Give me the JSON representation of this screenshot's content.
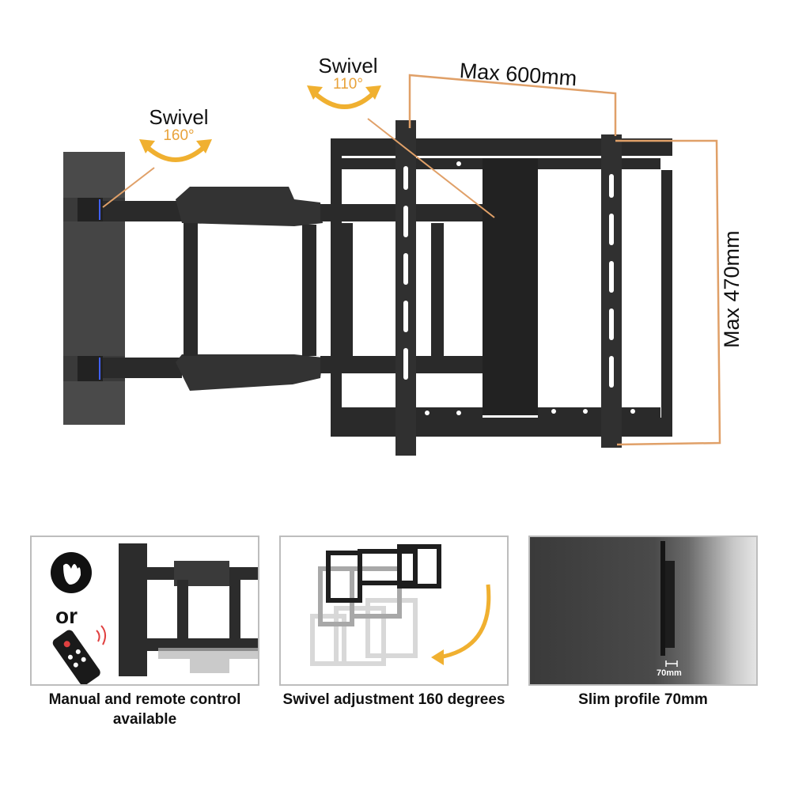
{
  "hero": {
    "swivel_left": {
      "label": "Swivel",
      "angle": "160°"
    },
    "swivel_right": {
      "label": "Swivel",
      "angle": "110°"
    },
    "width_dimension": "Max 600mm",
    "height_dimension": "Max 470mm"
  },
  "features": [
    {
      "caption": "Manual and remote control available",
      "or_text": "or"
    },
    {
      "caption": "Swivel adjustment 160 degrees"
    },
    {
      "caption": "Slim profile 70mm",
      "dimension_label": "70mm"
    }
  ],
  "colors": {
    "accent_orange": "#e8a23a",
    "dimension_line": "#e0a068",
    "metal": "#2a2a2a",
    "panel_border": "#bdbdbd"
  },
  "icons": [
    "hand-gesture-icon",
    "remote-control-icon",
    "curved-arrow-icon"
  ]
}
